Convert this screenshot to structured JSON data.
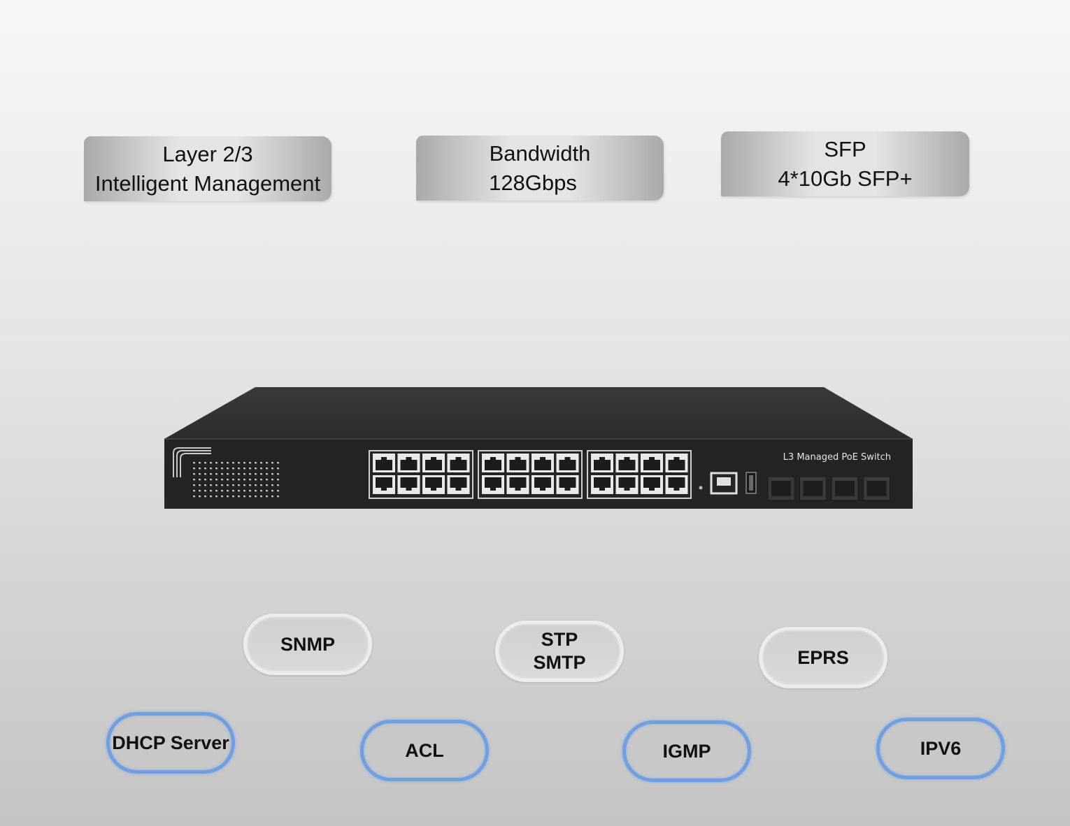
{
  "specs": [
    {
      "line1": "Layer 2/3",
      "line2": "Intelligent Management"
    },
    {
      "line1": "Bandwidth",
      "line2": "128Gbps"
    },
    {
      "line1": "SFP",
      "line2": "4*10Gb SFP+"
    }
  ],
  "device": {
    "model_label": "L3 Managed PoE Switch",
    "body_color": "#2b2b2b",
    "rj45_ports": 24,
    "sfp_ports": 4
  },
  "features_top": [
    {
      "line1": "SNMP"
    },
    {
      "line1": "STP",
      "line2": "SMTP"
    },
    {
      "line1": "EPRS"
    }
  ],
  "features_bottom": [
    {
      "line1": "DHCP Server"
    },
    {
      "line1": "ACL"
    },
    {
      "line1": "IGMP"
    },
    {
      "line1": "IPV6"
    }
  ],
  "colors": {
    "pill_blue_border": "#6f9fe0",
    "pill_grey_border": "#ececec"
  }
}
